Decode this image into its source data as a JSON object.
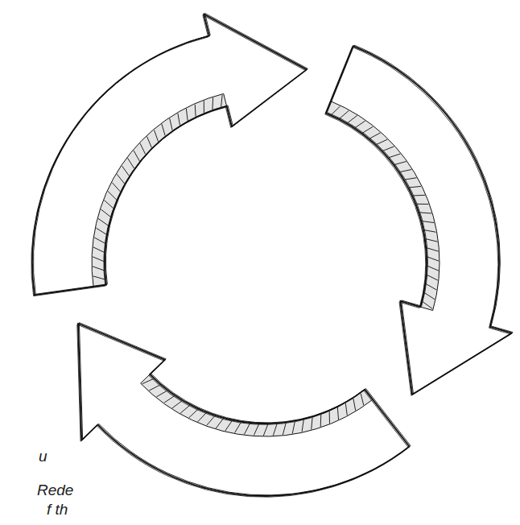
{
  "diagram": {
    "labels": [
      "u",
      "Rede",
      "f th"
    ]
  }
}
